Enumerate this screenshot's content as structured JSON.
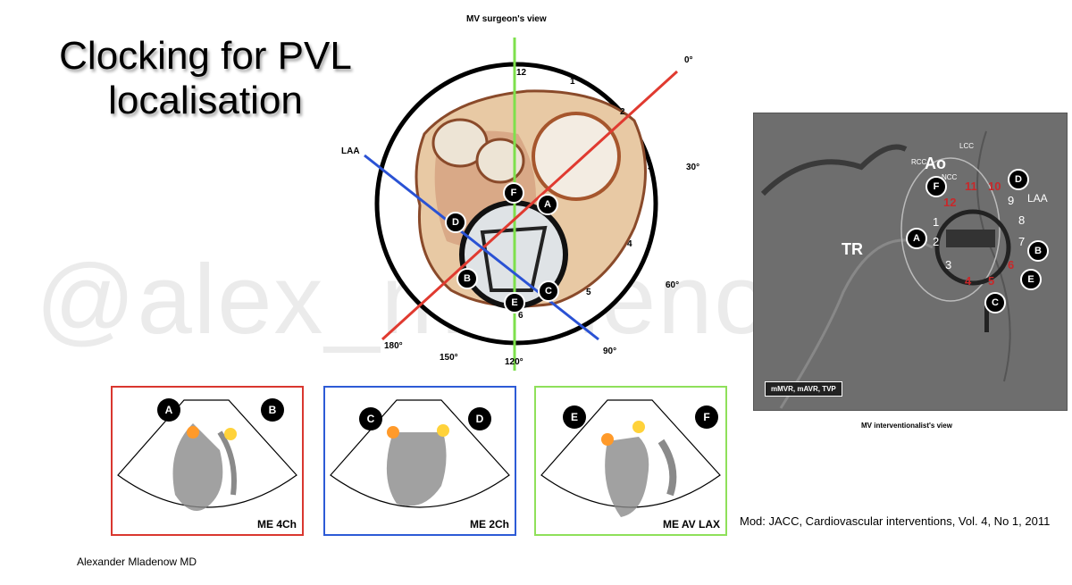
{
  "title": "Clocking for PVL localisation",
  "watermark": "@alex_mladenow",
  "surgeon_view_label": "MV surgeon's view",
  "interventionalist_view_label": "MV interventionalist's view",
  "clock_numbers": [
    "12",
    "1",
    "2",
    "3",
    "4",
    "5",
    "6"
  ],
  "angle_labels": {
    "a0": "0°",
    "a30": "30°",
    "a60": "60°",
    "a90": "90°",
    "a120": "120°",
    "a150": "150°",
    "a180": "180°"
  },
  "laa_label": "LAA",
  "markers": [
    "A",
    "B",
    "C",
    "D",
    "E",
    "F"
  ],
  "xray": {
    "caption": "mMVR, mAVR, TVP",
    "ao": "Ao",
    "rcc": "RCC",
    "lcc": "LCC",
    "ncc": "NCC",
    "laa": "LAA",
    "tr": "TR",
    "white_numbers": [
      "1",
      "2",
      "3",
      "7",
      "8",
      "9"
    ],
    "red_numbers": [
      "4",
      "5",
      "6",
      "10",
      "11",
      "12"
    ]
  },
  "panels": [
    {
      "label": "ME 4Ch",
      "left": "A",
      "right": "B",
      "color": "#d9372f"
    },
    {
      "label": "ME 2Ch",
      "left": "C",
      "right": "D",
      "color": "#2d5bd6"
    },
    {
      "label": "ME AV LAX",
      "left": "E",
      "right": "F",
      "color": "#8fe05a"
    }
  ],
  "colors": {
    "red_line": "#e03a30",
    "blue_line": "#2a52d4",
    "green_line": "#7ee04c"
  },
  "citation": "Mod: JACC, Cardiovascular interventions, Vol. 4, No 1, 2011",
  "author": "Alexander Mladenow MD"
}
